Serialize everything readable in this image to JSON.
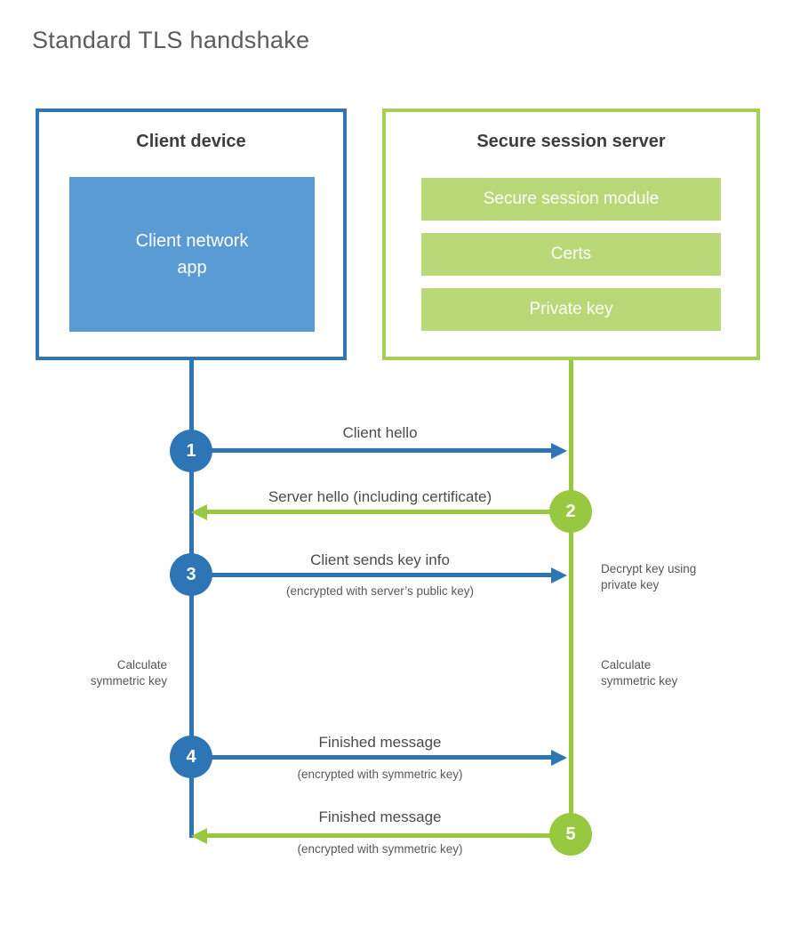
{
  "page": {
    "title": "Standard TLS handshake"
  },
  "colors": {
    "blue": "#2e75b6",
    "blue_light": "#5b9bd5",
    "green": "#97c83f",
    "green_border": "#a6cf55",
    "green_bar": "#b9d878",
    "text_dark": "#3d3d3d",
    "text_gray": "#5c5c5c"
  },
  "client": {
    "title": "Client device",
    "app_label": "Client network\napp"
  },
  "server": {
    "title": "Secure session server",
    "modules": [
      {
        "label": "Secure session module"
      },
      {
        "label": "Certs"
      },
      {
        "label": "Private key"
      }
    ]
  },
  "steps": [
    {
      "number": "1",
      "label": "Client hello",
      "direction": "client-to-server"
    },
    {
      "number": "2",
      "label": "Server hello (including certificate)",
      "direction": "server-to-client"
    },
    {
      "number": "3",
      "label": "Client sends key info",
      "sublabel": "(encrypted with server’s public key)",
      "direction": "client-to-server"
    },
    {
      "number": "4",
      "label": "Finished message",
      "sublabel": "(encrypted with symmetric key)",
      "direction": "client-to-server"
    },
    {
      "number": "5",
      "label": "Finished message",
      "sublabel": "(encrypted with symmetric key)",
      "direction": "server-to-client"
    }
  ],
  "notes": {
    "decrypt": "Decrypt key using\nprivate key",
    "calc_left": "Calculate\nsymmetric key",
    "calc_right": "Calculate\nsymmetric key"
  }
}
